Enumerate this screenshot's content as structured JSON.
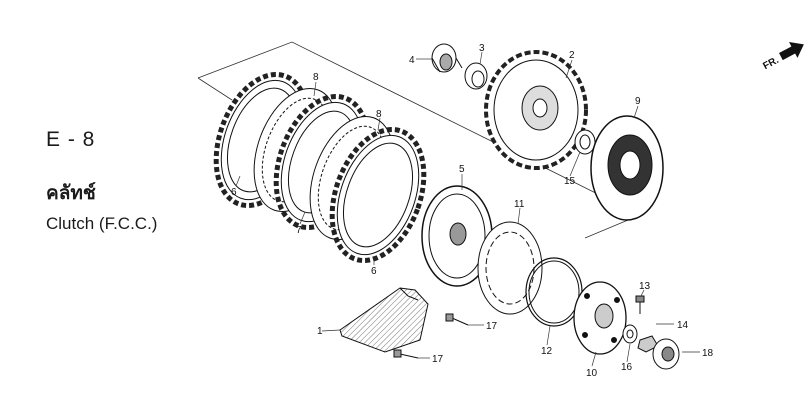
{
  "title": {
    "code": "E - 8",
    "thai": "คลัทช์",
    "english": "Clutch (F.C.C.)"
  },
  "orientation": {
    "label": "FR."
  },
  "callouts": [
    {
      "id": "c1",
      "number": "1"
    },
    {
      "id": "c2",
      "number": "2"
    },
    {
      "id": "c3",
      "number": "3"
    },
    {
      "id": "c4",
      "number": "4"
    },
    {
      "id": "c5",
      "number": "5"
    },
    {
      "id": "c6a",
      "number": "6"
    },
    {
      "id": "c6b",
      "number": "6"
    },
    {
      "id": "c7",
      "number": "7"
    },
    {
      "id": "c8a",
      "number": "8"
    },
    {
      "id": "c8b",
      "number": "8"
    },
    {
      "id": "c9",
      "number": "9"
    },
    {
      "id": "c10",
      "number": "10"
    },
    {
      "id": "c11",
      "number": "11"
    },
    {
      "id": "c12",
      "number": "12"
    },
    {
      "id": "c13",
      "number": "13"
    },
    {
      "id": "c14",
      "number": "14"
    },
    {
      "id": "c15",
      "number": "15"
    },
    {
      "id": "c16",
      "number": "16"
    },
    {
      "id": "c17a",
      "number": "17"
    },
    {
      "id": "c17b",
      "number": "17"
    },
    {
      "id": "c18",
      "number": "18"
    }
  ],
  "colors": {
    "line": "#111111",
    "background": "#ffffff",
    "shade": "#cfcfcf",
    "dark": "#555555"
  }
}
